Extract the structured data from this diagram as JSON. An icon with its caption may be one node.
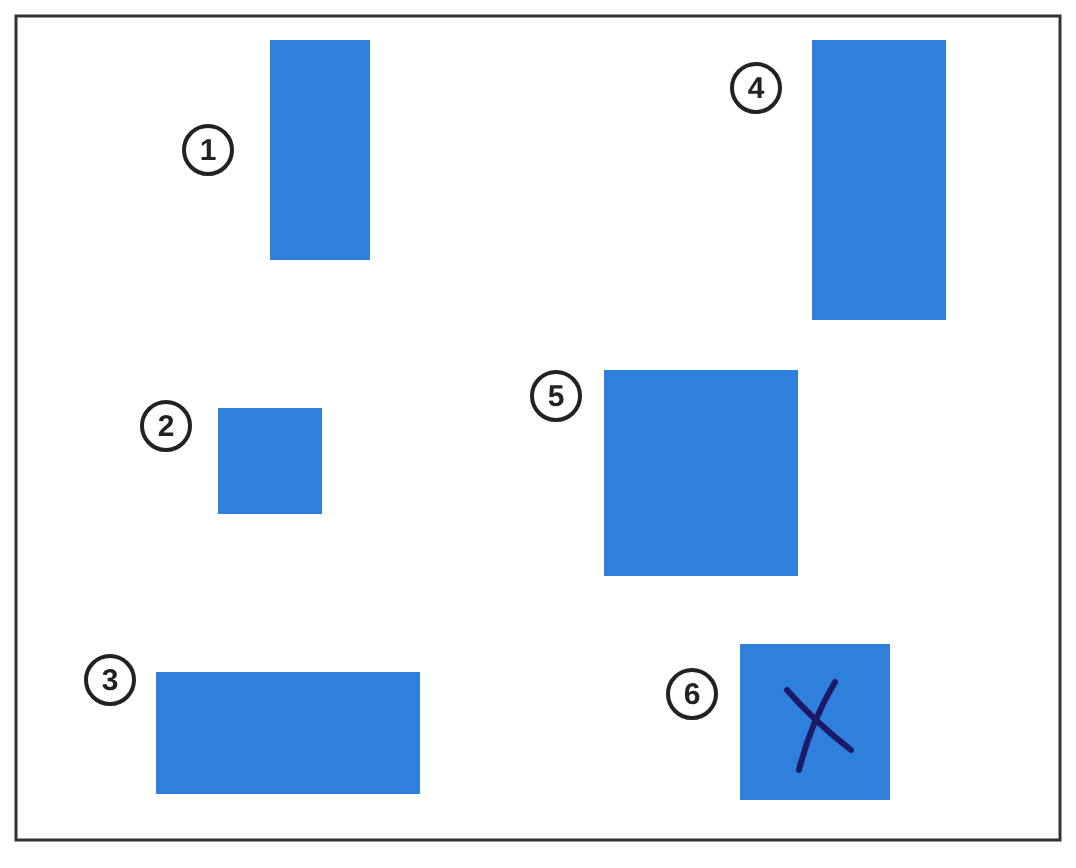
{
  "diagram": {
    "nodes": [
      {
        "text": [],
        "shape": "box"
      },
      {
        "text": [],
        "shape": "box"
      },
      {
        "text": [],
        "shape": "box"
      },
      {
        "text": [],
        "shape": "box"
      },
      {
        "text": [],
        "shape": "box"
      },
      {
        "text": [],
        "shape": "box"
      }
    ],
    "labels": [
      "1",
      "2",
      "3",
      "4",
      "5",
      "6"
    ]
  }
}
